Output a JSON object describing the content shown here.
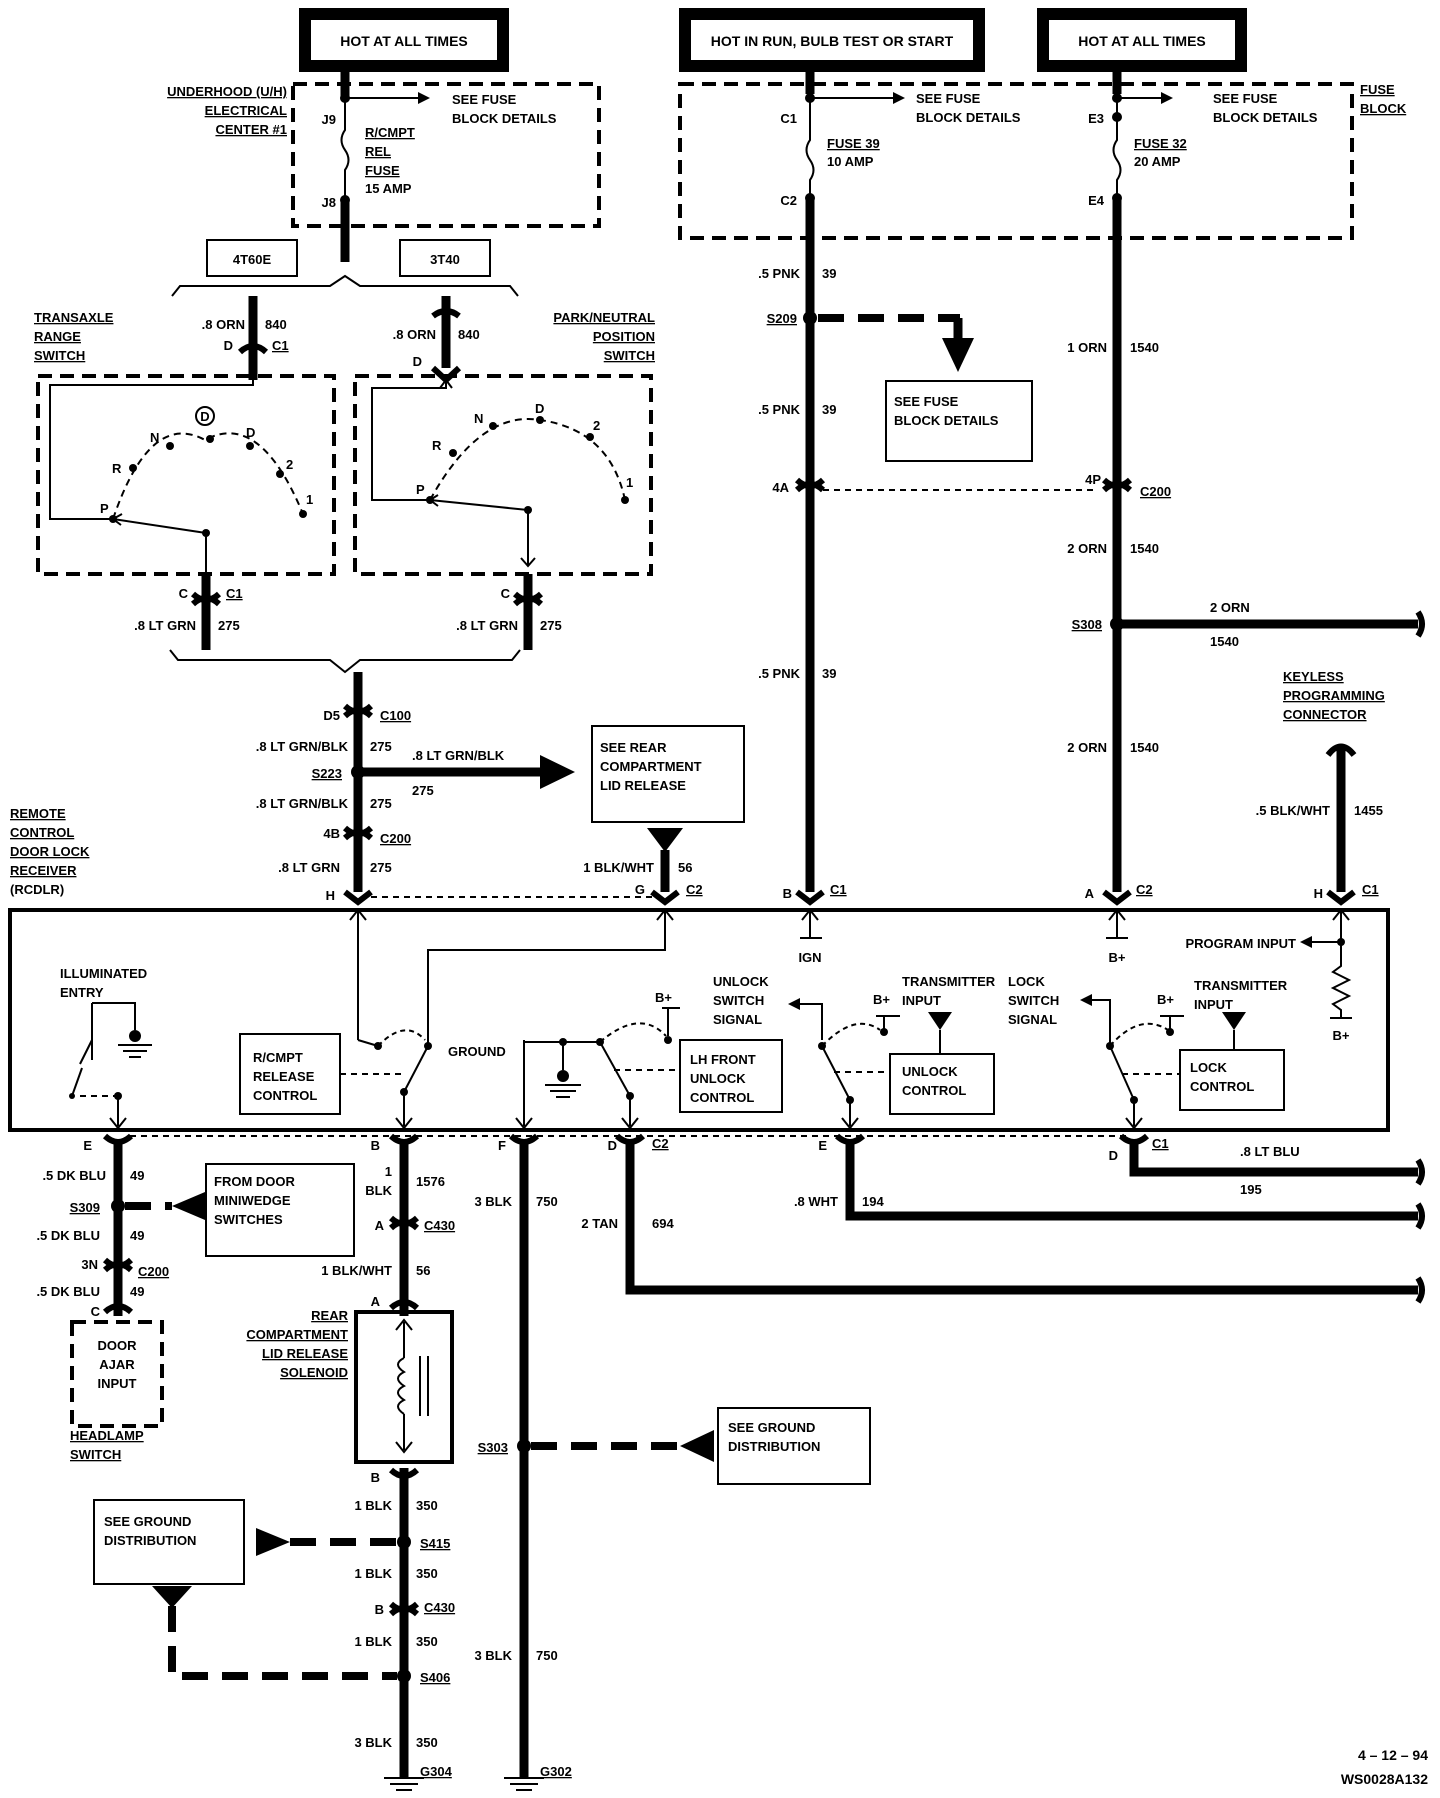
{
  "headers": {
    "hot_always_left": "HOT AT ALL TIMES",
    "hot_run": "HOT IN RUN, BULB TEST OR START",
    "hot_always_right": "HOT AT ALL TIMES"
  },
  "underhood": {
    "title_l1": "UNDERHOOD (U/H)",
    "title_l2": "ELECTRICAL",
    "title_l3": "CENTER #1",
    "pin_top": "J9",
    "pin_bottom": "J8",
    "fuse_l1": "R/CMPT",
    "fuse_l2": "REL",
    "fuse_l3": "FUSE",
    "fuse_amp": "15 AMP",
    "see_l1": "SEE FUSE",
    "see_l2": "BLOCK DETAILS"
  },
  "transmissions": {
    "left": "4T60E",
    "right": "3T40"
  },
  "fuse_block": {
    "title_l1": "FUSE",
    "title_l2": "BLOCK",
    "f39_top": "C1",
    "f39_bottom": "C2",
    "f39_name": "FUSE 39",
    "f39_amp": "10 AMP",
    "f32_top": "E3",
    "f32_bottom": "E4",
    "f32_name": "FUSE 32",
    "f32_amp": "20 AMP",
    "see_l1": "SEE FUSE",
    "see_l2": "BLOCK DETAILS"
  },
  "transaxle": {
    "title_l1": "TRANSAXLE",
    "title_l2": "RANGE",
    "title_l3": "SWITCH",
    "wire_top": ".8 ORN",
    "circuit_top": "840",
    "pin_d": "D",
    "conn": "C1",
    "pin_c": "C",
    "wire_bottom": ".8 LT GRN",
    "circuit_bottom": "275",
    "pos_p": "P",
    "pos_r": "R",
    "pos_n": "N",
    "pos_dcirc": "D",
    "pos_d": "D",
    "pos_2": "2",
    "pos_1": "1"
  },
  "parkneutral": {
    "title_l1": "PARK/NEUTRAL",
    "title_l2": "POSITION",
    "title_l3": "SWITCH",
    "wire_top": ".8 ORN",
    "circuit_top": "840",
    "pin_d": "D",
    "pin_c": "C",
    "wire_bottom": ".8 LT GRN",
    "circuit_bottom": "275",
    "pos_p": "P",
    "pos_r": "R",
    "pos_n": "N",
    "pos_d": "D",
    "pos_2": "2",
    "pos_1": "1"
  },
  "left_circuit": {
    "c100_pin": "D5",
    "c100": "C100",
    "w1": ".8 LT GRN/BLK",
    "c1": "275",
    "s223": "S223",
    "branch_wire": ".8 LT GRN/BLK",
    "branch_circuit": "275",
    "w2": ".8 LT GRN/BLK",
    "c2": "275",
    "c200_pin": "4B",
    "c200": "C200",
    "w3": ".8  LT  GRN",
    "c3": "275",
    "pin_h": "H"
  },
  "see_rear": {
    "l1": "SEE REAR",
    "l2": "COMPARTMENT",
    "l3": "LID RELEASE"
  },
  "ground_56": {
    "wire": "1 BLK/WHT",
    "circuit": "56",
    "pin": "G",
    "conn": "C2"
  },
  "pnk_circuit": {
    "w1": ".5 PNK",
    "c1": "39",
    "s209": "S209",
    "w2": ".5 PNK",
    "c2": "39",
    "c200_pin": "4A",
    "w3": ".5 PNK",
    "c3": "39",
    "pin": "B",
    "conn": "C1"
  },
  "see_fuse_mid": {
    "l1": "SEE  FUSE",
    "l2": "BLOCK  DETAILS"
  },
  "orn_circuit": {
    "w1": "1 ORN",
    "c1": "1540",
    "c200_pin": "4P",
    "c200": "C200",
    "w2": "2 ORN",
    "c2": "1540",
    "s308": "S308",
    "branch_wire": "2 ORN",
    "branch_circuit": "1540",
    "w3": "2 ORN",
    "c3": "1540",
    "pin": "A",
    "conn": "C2"
  },
  "keyless": {
    "l1": "KEYLESS",
    "l2": "PROGRAMMING",
    "l3": "CONNECTOR",
    "wire": ".5  BLK/WHT",
    "circuit": "1455",
    "pin": "H",
    "conn": "C1"
  },
  "rcdlr": {
    "l1": "REMOTE",
    "l2": "CONTROL",
    "l3": "DOOR LOCK",
    "l4": "RECEIVER",
    "l5": "(RCDLR)",
    "illuminated_l1": "ILLUMINATED",
    "illuminated_l2": "ENTRY",
    "rcmpt_l1": "R/CMPT",
    "rcmpt_l2": "RELEASE",
    "rcmpt_l3": "CONTROL",
    "ground": "GROUND",
    "lh_l1": "LH FRONT",
    "lh_l2": "UNLOCK",
    "lh_l3": "CONTROL",
    "bplus": "B+",
    "unlock_sig_l1": "UNLOCK",
    "unlock_sig_l2": "SWITCH",
    "unlock_sig_l3": "SIGNAL",
    "tx_l1": "TRANSMITTER",
    "tx_l2": "INPUT",
    "unlock_ctl_l1": "UNLOCK",
    "unlock_ctl_l2": "CONTROL",
    "lock_sig_l1": "LOCK",
    "lock_sig_l2": "SWITCH",
    "lock_sig_l3": "SIGNAL",
    "lock_ctl_l1": "LOCK",
    "lock_ctl_l2": "CONTROL",
    "ign": "IGN",
    "program_input": "PROGRAM INPUT"
  },
  "bottom_connectors": {
    "e_left": "E",
    "b_mid": "B",
    "f": "F",
    "d_c2": "D",
    "c2": "C2",
    "e_right": "E",
    "d_c1": "D",
    "c1": "C1"
  },
  "door_circuit": {
    "w1": ".5 DK BLU",
    "c1": "49",
    "s309": "S309",
    "w2": ".5  DK  BLU",
    "c2": "49",
    "c200_pin": "3N",
    "c200": "C200",
    "w3": ".5  DK  BLU",
    "c3": "49",
    "pin_c": "C",
    "door_l1": "DOOR",
    "door_l2": "AJAR",
    "door_l3": "INPUT",
    "head_l1": "HEADLAMP",
    "head_l2": "SWITCH",
    "from_l1": "FROM  DOOR",
    "from_l2": "MINIWEDGE",
    "from_l3": "SWITCHES"
  },
  "release_circuit": {
    "w1_a": "1",
    "w1_b": "BLK",
    "c1": "1576",
    "pin_a": "A",
    "c430": "C430",
    "w2": "1 BLK/WHT",
    "c2": "56",
    "pin_a2": "A",
    "sol_l1": "REAR",
    "sol_l2": "COMPARTMENT",
    "sol_l3": "LID RELEASE",
    "sol_l4": "SOLENOID",
    "pin_b": "B",
    "w3": "1 BLK",
    "c3": "350",
    "s415": "S415",
    "w4": "1 BLK",
    "c4": "350",
    "pin_b2": "B",
    "c430b": "C430",
    "w5": "1 BLK",
    "c5": "350",
    "s406": "S406",
    "w6": "3 BLK",
    "c6": "350",
    "g304": "G304"
  },
  "ground_circuit": {
    "w1": "3 BLK",
    "c1": "750",
    "s303": "S303",
    "w2": "3 BLK",
    "c2": "750",
    "g302": "G302"
  },
  "tan_circuit": {
    "wire": "2  TAN",
    "circuit": "694"
  },
  "wht_circuit": {
    "wire": ".8 WHT",
    "circuit": "194"
  },
  "ltblu_circuit": {
    "wire": ".8 LT BLU",
    "circuit": "195"
  },
  "see_ground_1": {
    "l1": "SEE  GROUND",
    "l2": "DISTRIBUTION"
  },
  "see_ground_2": {
    "l1": "SEE  GROUND",
    "l2": "DISTRIBUTION"
  },
  "footer": {
    "date": "4 – 12 – 94",
    "code": "WS0028A132"
  }
}
